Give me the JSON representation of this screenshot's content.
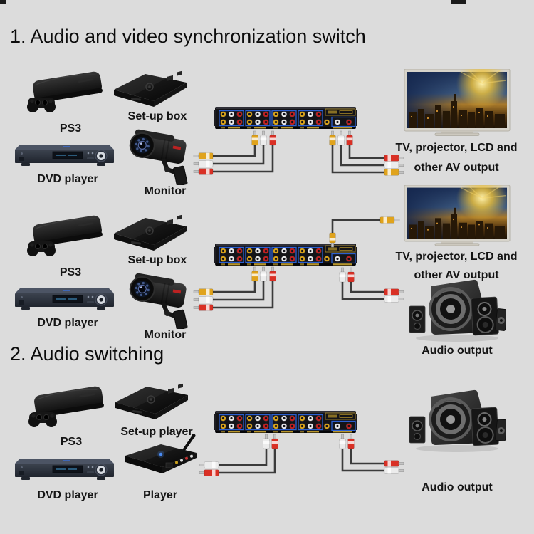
{
  "headings": [
    {
      "text": "1. Audio and video synchronization switch"
    },
    {
      "text": "2. Audio switching"
    }
  ],
  "row1": {
    "ps3": "PS3",
    "setup_box": "Set-up box",
    "dvd": "DVD player",
    "monitor": "Monitor",
    "tv_line1": "TV, projector, LCD and",
    "tv_line2": "other AV output"
  },
  "row2": {
    "ps3": "PS3",
    "setup_box": "Set-up box",
    "dvd": "DVD player",
    "monitor": "Monitor",
    "tv_line1": "TV, projector, LCD and",
    "tv_line2": "other AV output",
    "audio": "Audio output"
  },
  "row3": {
    "ps3": "PS3",
    "setup_player": "Set-up player",
    "dvd": "DVD player",
    "player": "Player",
    "audio": "Audio output"
  },
  "colors": {
    "background": "#dcdcdc",
    "heading_text": "#0c0c0c",
    "caption_text": "#151515",
    "rca_yellow": "#e0a31c",
    "rca_white": "#ececec",
    "rca_red": "#d93025",
    "cable": "#3b3b3b",
    "switch_group_outline_blue": "#2b5fd0",
    "switch_label_yellow": "#b8952a"
  }
}
